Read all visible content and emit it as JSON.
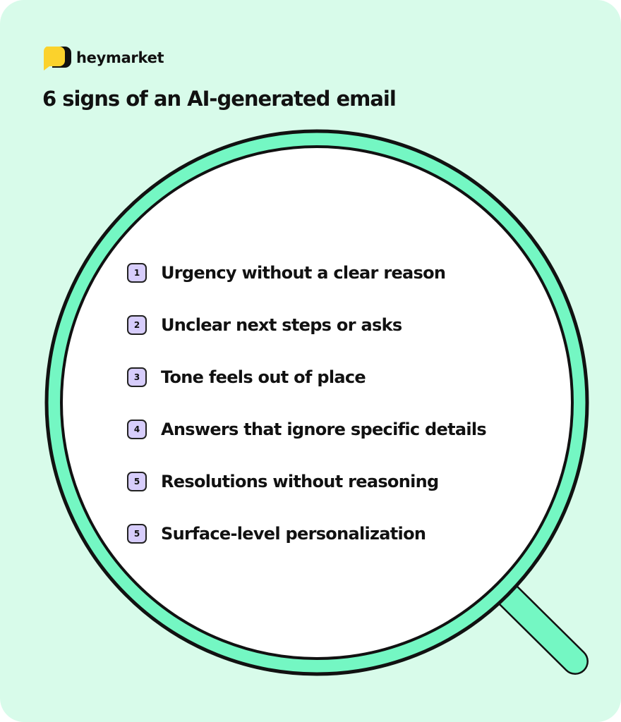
{
  "brand": {
    "name": "heymarket",
    "logo_icon": "speech-bubble-icon",
    "colors": {
      "logo_yellow": "#fbd22c",
      "logo_dark": "#111111",
      "background": "#d8fbea",
      "magnifier_rim": "#74f7c3",
      "badge": "#d7cdfb"
    }
  },
  "title": "6 signs of an AI-generated email",
  "signs": [
    {
      "number": "1",
      "text": "Urgency without a clear reason"
    },
    {
      "number": "2",
      "text": "Unclear next steps or asks"
    },
    {
      "number": "3",
      "text": "Tone feels out of place"
    },
    {
      "number": "4",
      "text": "Answers that ignore specific details"
    },
    {
      "number": "5",
      "text": "Resolutions without reasoning"
    },
    {
      "number": "5",
      "text": "Surface-level personalization"
    }
  ],
  "illustration": "magnifying-glass-icon"
}
